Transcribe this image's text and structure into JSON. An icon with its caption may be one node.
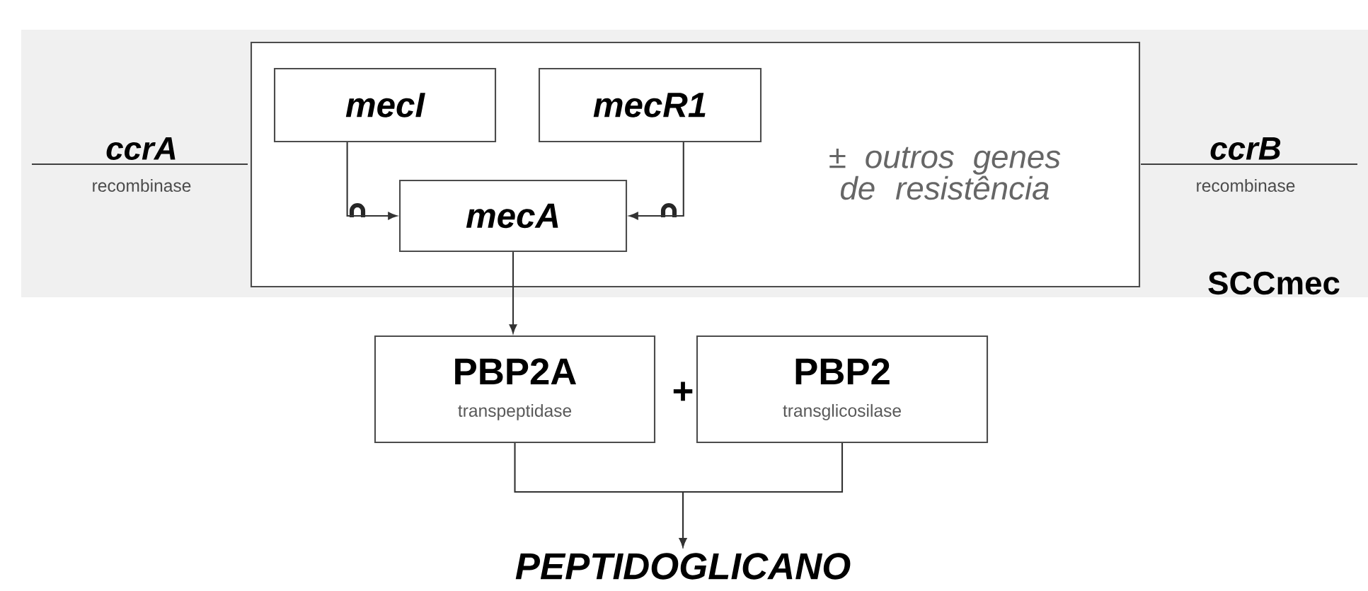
{
  "diagram": {
    "nodes": [
      {
        "text": [
          "SCCmec"
        ]
      },
      {
        "text": [
          "± outros genes de resistência"
        ],
        "in": 0
      },
      {
        "text": [
          "mecI"
        ],
        "in": 1
      },
      {
        "text": [
          "mecR1"
        ],
        "in": 1
      },
      {
        "text": [
          "mecA"
        ],
        "in": 1
      },
      {
        "text": [
          "PBP2A",
          "transpeptidase"
        ]
      },
      {
        "text": [
          "PBP2",
          "transglicosilase"
        ]
      },
      {
        "text": [
          "PEPTIDOGLICANO"
        ]
      }
    ],
    "edges": [
      {
        "from": 2,
        "to": 4,
        "arrow": "to"
      },
      {
        "from": 3,
        "to": 4,
        "arrow": "to"
      },
      {
        "from": 4,
        "to": 5,
        "arrow": "to"
      },
      {
        "from": 5,
        "to": 7,
        "arrow": "to"
      },
      {
        "from": 6,
        "to": 7,
        "arrow": "to"
      }
    ],
    "labels": [
      "ccrA",
      "recombinase",
      "ccrB",
      "recombinase",
      "+"
    ]
  }
}
